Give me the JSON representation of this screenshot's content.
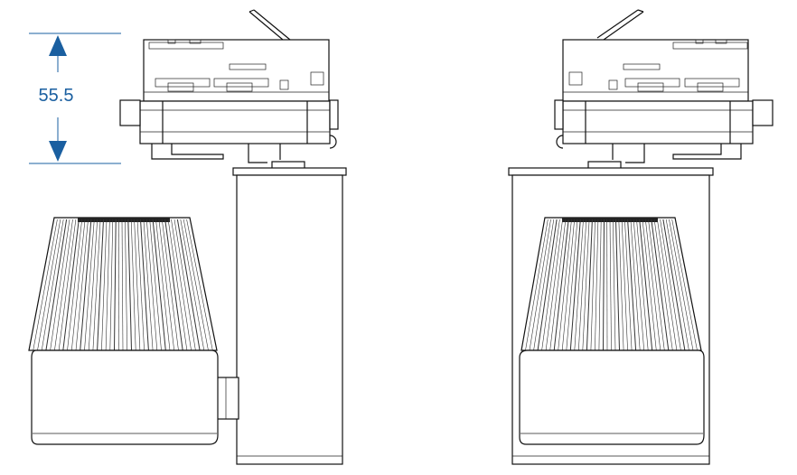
{
  "dimension": {
    "label": "55.5",
    "color": "#1a5fa0"
  },
  "views": [
    "front-view",
    "side-view"
  ]
}
